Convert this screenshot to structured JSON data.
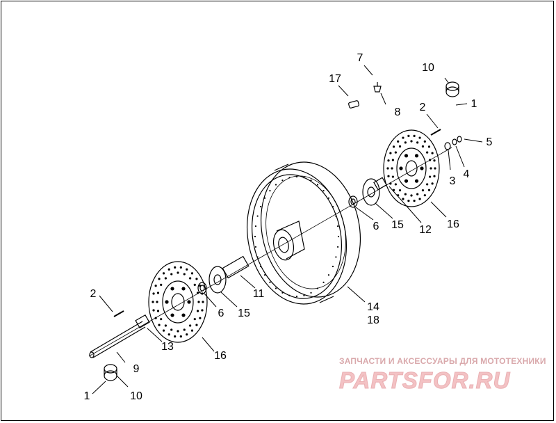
{
  "callouts": [
    {
      "id": "c7",
      "label": "7"
    },
    {
      "id": "c17",
      "label": "17"
    },
    {
      "id": "c8",
      "label": "8"
    },
    {
      "id": "c10a",
      "label": "10"
    },
    {
      "id": "c1a",
      "label": "1"
    },
    {
      "id": "c2a",
      "label": "2"
    },
    {
      "id": "c5",
      "label": "5"
    },
    {
      "id": "c3",
      "label": "3"
    },
    {
      "id": "c4",
      "label": "4"
    },
    {
      "id": "c6a",
      "label": "6"
    },
    {
      "id": "c15a",
      "label": "15"
    },
    {
      "id": "c12",
      "label": "12"
    },
    {
      "id": "c16a",
      "label": "16"
    },
    {
      "id": "c11",
      "label": "11"
    },
    {
      "id": "c14",
      "label": "14"
    },
    {
      "id": "c18",
      "label": "18"
    },
    {
      "id": "c2b",
      "label": "2"
    },
    {
      "id": "c6b",
      "label": "6"
    },
    {
      "id": "c15b",
      "label": "15"
    },
    {
      "id": "c13",
      "label": "13"
    },
    {
      "id": "c16b",
      "label": "16"
    },
    {
      "id": "c9",
      "label": "9"
    },
    {
      "id": "c1b",
      "label": "1"
    },
    {
      "id": "c10b",
      "label": "10"
    }
  ],
  "watermark": {
    "subtitle": "ЗАПЧАСТИ И АКСЕССУАРЫ ДЛЯ МОТОТЕХНИКИ",
    "logo": "PARTSFOR.RU"
  }
}
